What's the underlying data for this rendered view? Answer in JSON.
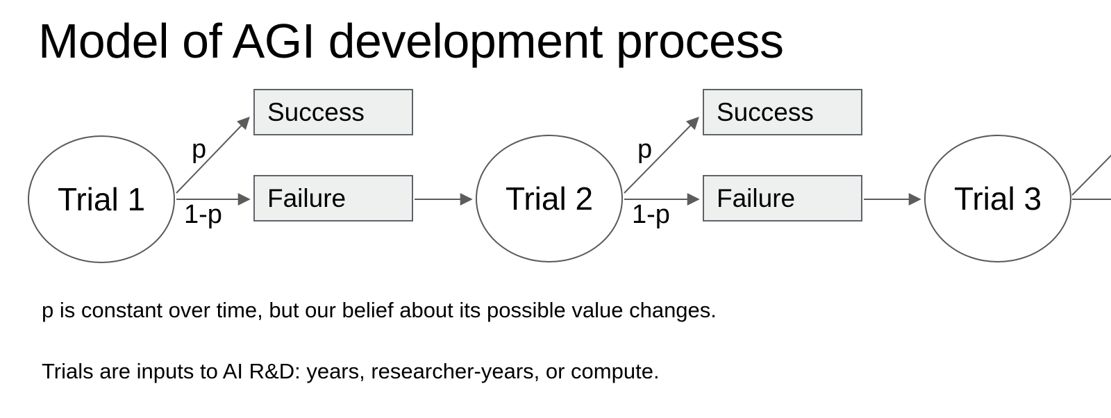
{
  "title": "Model of AGI development process",
  "diagram": {
    "trials": [
      {
        "label": "Trial 1"
      },
      {
        "label": "Trial 2"
      },
      {
        "label": "Trial 3"
      }
    ],
    "outcome_boxes": [
      {
        "label": "Success"
      },
      {
        "label": "Failure"
      },
      {
        "label": "Success"
      },
      {
        "label": "Failure"
      }
    ],
    "edge_labels": [
      {
        "label": "p"
      },
      {
        "label": "1-p"
      },
      {
        "label": "p"
      },
      {
        "label": "1-p"
      }
    ]
  },
  "notes": [
    {
      "text": "p is constant over time, but our belief about its possible value changes."
    },
    {
      "text": "Trials are inputs to AI R&D: years, researcher-years, or compute."
    }
  ],
  "colors": {
    "background": "#ffffff",
    "text": "#000000",
    "box_fill": "#eef0f0",
    "box_border": "#5f6368",
    "ellipse_border": "#595959",
    "arrow": "#5c5c5c"
  }
}
